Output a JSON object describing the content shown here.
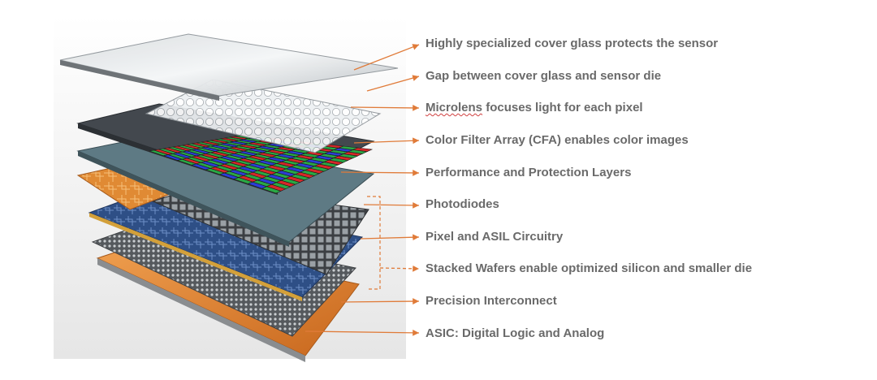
{
  "labels": [
    {
      "id": "cover-glass",
      "text": "Highly specialized cover glass protects the sensor"
    },
    {
      "id": "gap",
      "text": "Gap between cover glass and sensor die"
    },
    {
      "id": "microlens",
      "text_main": "Microlens",
      "text_rest": " focuses light for each pixel"
    },
    {
      "id": "cfa",
      "text": "Color Filter Array (CFA) enables color images"
    },
    {
      "id": "performance",
      "text": "Performance and Protection Layers"
    },
    {
      "id": "photodiodes",
      "text": "Photodiodes"
    },
    {
      "id": "pixel-asil",
      "text": "Pixel and ASIL Circuitry"
    },
    {
      "id": "stacked",
      "text": "Stacked Wafers enable optimized silicon and smaller die"
    },
    {
      "id": "interconnect",
      "text": "Precision Interconnect"
    },
    {
      "id": "asic",
      "text": "ASIC:  Digital Logic and Analog"
    }
  ],
  "colors": {
    "arrow": "#e07b39",
    "text": "#6a6a6a",
    "orange_layer": "#e0852f",
    "dark_layer": "#4a4f55",
    "teal_layer": "#5e7a84",
    "blue_circuit": "#2e4f86",
    "filter_red": "#d62828",
    "filter_green": "#2aa845",
    "filter_blue": "#2b3ed6"
  }
}
